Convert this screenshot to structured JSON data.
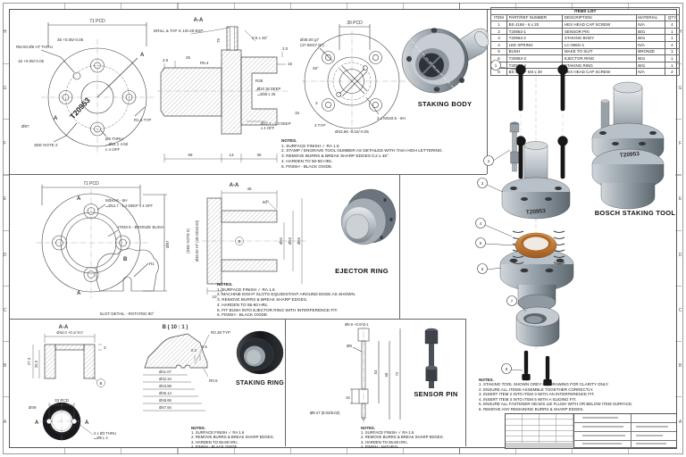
{
  "palette": {
    "line": "#444444",
    "steel": "#aab2ba",
    "bronze": "#c97e3d",
    "screw": "#17181a",
    "paper": "#ffffff"
  },
  "zones": {
    "letters": [
      "H",
      "G",
      "F",
      "E",
      "D",
      "C",
      "B",
      "A"
    ]
  },
  "items_list": {
    "title": "ITEMS LIST",
    "headers": [
      "ITEM",
      "PART/REF NUMBER",
      "DESCRIPTION",
      "MATERIAL",
      "QTY"
    ],
    "rows": [
      [
        "1",
        "BS 4168 - 6 x 20",
        "HEX HEAD CAP SCREW",
        "N/A",
        "4"
      ],
      [
        "2",
        "T20953-1",
        "SENSOR PIN",
        "B01",
        "1"
      ],
      [
        "3",
        "T20953-2",
        "STAKING BODY",
        "B01",
        "1"
      ],
      [
        "4",
        "LEE SPRING",
        "LC-065G-1",
        "N/A",
        "4"
      ],
      [
        "5",
        "BUSH",
        "MAKE TO SUIT",
        "BRONZE",
        "1"
      ],
      [
        "6",
        "T20953-3",
        "EJECTOR RING",
        "B01",
        "1"
      ],
      [
        "7",
        "T20953-4",
        "STAKING RING",
        "B01",
        "1"
      ],
      [
        "8",
        "BS 4168 - M3 x 30",
        "HEX HEAD CAP SCREW",
        "N/A",
        "2"
      ]
    ]
  },
  "staking_body": {
    "stamp": "T20953",
    "front": {
      "pcd": "71 PCD",
      "ream": "REAM Ø6 H7 THRU",
      "dim18": "18 +0.05/-0.05",
      "dim35": "35 +0.05/-0.05",
      "dia": "Ø87",
      "see_note": "SEE NOTE 2",
      "holes_1": "Ø6 THRU",
      "holes_2": "⌴Ø11 ↧ 4.50",
      "holes_3": "x 4 OFF",
      "radius": "R1.5 TYP",
      "section": "A"
    },
    "section": {
      "title": "A-A",
      "drill": "DRILL & TAP G 1/8-28 BSP",
      "chamfer": "0.5 x 45°",
      "d35": "3.5",
      "d25": "25",
      "r54": "R5.4",
      "d75": "75",
      "d20": "2.0",
      "d15": "15",
      "r35": "R35",
      "bore_1": "Ø20 38 DEEP",
      "bore_2": "⌴Ø25 ↧ 25",
      "d3": "3",
      "d15b": "15",
      "cbore_1": "Ø12.7 - 1.3 DEEP",
      "cbore_2": "x 4 OFF",
      "d68": "68",
      "d13": "13",
      "d35b": "35"
    },
    "side": {
      "pcd": "30 PCD",
      "g7_1": "Ø48.00 g7",
      "g7_2": "(47.99/47.97)",
      "angle": "45°",
      "tap": "2 x M3x0.5 - 6H",
      "dia": "Ø43.96 -0.02/-0.05",
      "typ": "3 TYP",
      "label": "STAKING BODY"
    },
    "notes": {
      "title": "NOTES.",
      "lines": [
        "1. SURFACE FINISH  ✓ RA 1.6",
        "2. STAMP / ENGRAVE TOOL NUMBER AS DETAILED WITH 7mm HIGH LETTERING.",
        "3. REMOVE BURRS & BREAK SHARP EDGES 0.2 x 45°.",
        "4. HARDEN TO 50-55 HRc.",
        "5. FINISH - BLACK OXIDE."
      ]
    }
  },
  "ejector_ring": {
    "front": {
      "pcd": "71 PCD",
      "tap_1": "M3x0.5 - 6H",
      "tap_2": "⌴Ø12.7 - 1.3 DEEP x 4 OFF",
      "item5": "ITEM 5 - BRONZE BUSH",
      "dia": "Ø87",
      "b": "B",
      "r1": "R1",
      "slot_caption": "SLOT DETAIL - ROTATED 90°",
      "section": "A"
    },
    "section": {
      "title": "A-A",
      "d45": "45",
      "angle": "60°",
      "h7": "Ø48.00 H7 (48.03/48.00)",
      "see5": "(SEE NOTE 5)",
      "b": "B",
      "d50": "Ø50",
      "d53": "Ø53",
      "d65": "Ø65",
      "d10": "10"
    },
    "label": "EJECTOR RING",
    "notes": {
      "title": "NOTES.",
      "lines": [
        "1. SURFACE FINISH  ✓ RA 1.6",
        "2. MACHINE EIGHT SLOTS EQUIDISTANT AROUND EDGE AS SHOWN.",
        "3. REMOVE BURRS & BREAK SHARP EDGES.",
        "4. HARDEN TO 55-60 HRc.",
        "5. FIT BUSH INTO EJECTOR RING WITH INTERFERENCE FIT.",
        "6. FINISH - BLACK OXIDE."
      ]
    }
  },
  "staking_ring": {
    "aa": {
      "title": "A-A",
      "d44": "Ø44.0 +0.1/-0.0",
      "d3": "3",
      "d273": "27.3",
      "d260": "26.0",
      "b": "B"
    },
    "front": {
      "pcd": "33 PCD",
      "d49": "Ø49",
      "holes_1": "2 x Ø3 THRU",
      "holes_2": "⌴Ø6 ↧ 4",
      "section": "A"
    },
    "detail": {
      "title": "B ( 10 : 1 )",
      "r038": "R0.38 TYP",
      "d03": "0.3",
      "d05": "0.5",
      "r05": "R0.5",
      "dias": [
        "Ø41.07",
        "Ø42.34",
        "Ø43.88",
        "Ø45.14",
        "Ø46.65",
        "Ø47.94"
      ]
    },
    "label": "STAKING RING",
    "notes": {
      "title": "NOTES.",
      "lines": [
        "1. SURFACE FINISH  ✓ RA 1.6",
        "2. REMOVE BURRS & BREAK SHARP EDGES.",
        "3. HARDEN TO 55-60 HRc.",
        "4. FINISH - BLACK OXIDE."
      ]
    }
  },
  "sensor_pin": {
    "d99": "Ø9.9 +0.0/-0.1",
    "d6": "Ø6",
    "d53": "53",
    "d68": "68",
    "d72": "72",
    "d16": "16",
    "d8": "Ø8 s7 (8.03/8.02)",
    "label": "SENSOR PIN",
    "notes": {
      "title": "NOTES.",
      "lines": [
        "1. SURFACE FINISH  ✓ RA 1.6",
        "2. REMOVE BURRS & BREAK SHARP EDGES.",
        "3. HARDEN TO 55-60 HRc.",
        "4. FINISH - NATURAL."
      ]
    }
  },
  "assembly": {
    "label": "BOSCH STAKING TOOL",
    "stamp": "T20953",
    "balloons": [
      "1",
      "2",
      "3",
      "4",
      "5",
      "6",
      "7",
      "8"
    ],
    "notes": {
      "title": "NOTES.",
      "lines": [
        "1. STAKING TOOL SHOWN GREY ON DRAWING FOR CLARITY ONLY.",
        "2. ENSURE ALL ITEMS ASSEMBLE TOGETHER CORRECTLY.",
        "3. INSERT ITEM 2 INTO ITEM 3 WITH AN INTERFERENCE FIT.",
        "4. INSERT ITEM 3 INTO ITEM 5 WITH A SLIDING FIT.",
        "5. ENSURE ALL FASTENER HEADS LIE FLUSH WITH OR BELOW ITEM SURFACE.",
        "6. REMOVE ANY REMAINING BURRS & SHARP EDGES."
      ]
    }
  }
}
